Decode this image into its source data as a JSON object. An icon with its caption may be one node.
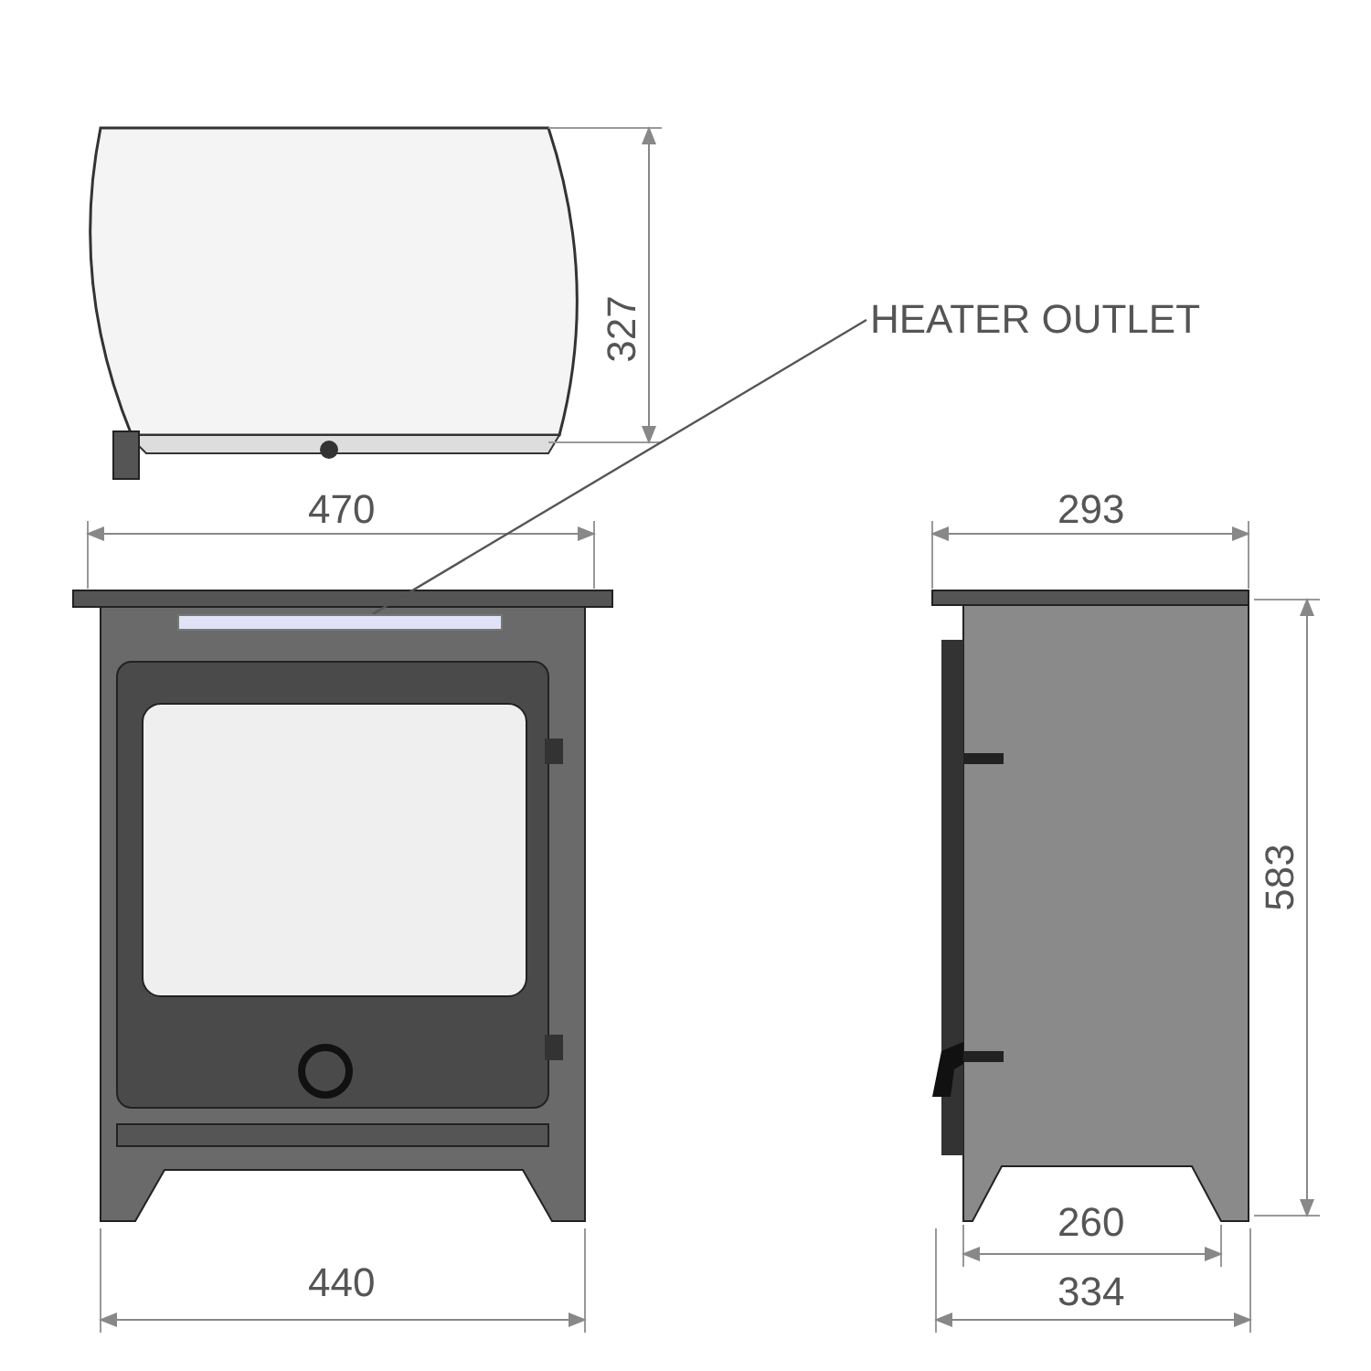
{
  "diagram": {
    "nodes": [
      {
        "text": [
          "HEATER OUTLET"
        ]
      },
      {
        "text": [],
        "shape": "bar"
      }
    ],
    "edges": [
      {
        "from": 0,
        "to": 1,
        "arrow": "none"
      }
    ],
    "labels": [
      "327",
      "470",
      "293",
      "583",
      "440",
      "260",
      "334"
    ]
  }
}
